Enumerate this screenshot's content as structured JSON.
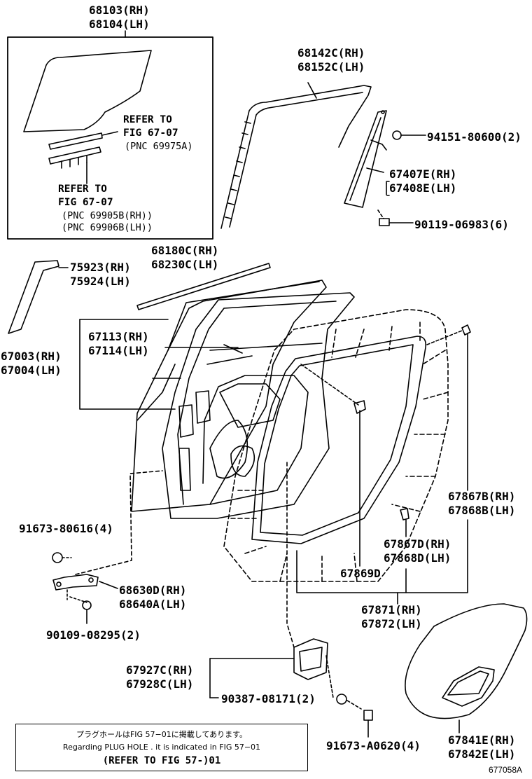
{
  "labels": {
    "glass": [
      "68103(RH)",
      "68104(LH)"
    ],
    "refer_top": [
      "REFER TO",
      "FIG 67-07",
      "(PNC 69975A)"
    ],
    "refer_bottom": [
      "REFER TO",
      "FIG 67-07",
      "(PNC 69905B(RH))",
      "(PNC 69906B(LH))"
    ],
    "run_channel": [
      "68142C(RH)",
      "68152C(LH)"
    ],
    "bolt_94151": "94151-80600(2)",
    "division_bar": [
      "67407E(RH)",
      "67408E(LH)"
    ],
    "screw_90119": "90119-06983(6)",
    "belt_outer": [
      "68180C(RH)",
      "68230C(LH)"
    ],
    "garnish": [
      "75923(RH)",
      "75924(LH)"
    ],
    "door_panel": [
      "67003(RH)",
      "67004(LH)"
    ],
    "frame": [
      "67113(RH)",
      "67114(LH)"
    ],
    "clip_67867b": [
      "67867B(RH)",
      "67868B(LH)"
    ],
    "clip_67867d": [
      "67867D(RH)",
      "67868D(LH)"
    ],
    "weatherstrip_clip": "67869D",
    "weatherstrip": [
      "67871(RH)",
      "67872(LH)"
    ],
    "bolt_91673": "91673-80616(4)",
    "hinge": [
      "68630D(RH)",
      "68640A(LH)"
    ],
    "bolt_90109": "90109-08295(2)",
    "check": [
      "67927C(RH)",
      "67928C(LH)"
    ],
    "bolt_90387": "90387-08171(2)",
    "bolt_91673a": "91673-A0620(4)",
    "hole_cover": [
      "67841E(RH)",
      "67842E(LH)"
    ]
  },
  "note": {
    "line1": "プラグホールはFIG 57−01に掲載してあります。",
    "line2": "Regarding  PLUG  HOLE . it is indicated in  FIG  57−01",
    "line3": "(REFER TO FIG 57-)01"
  },
  "figure_id": "677058A"
}
